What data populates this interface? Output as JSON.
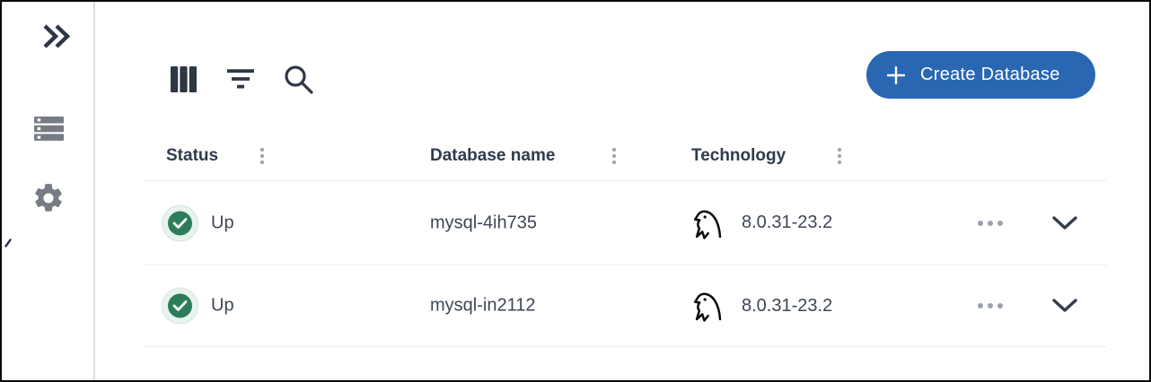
{
  "sidebar": {
    "items": [
      {
        "id": "expand-sidebar",
        "icon": "double-chevron-right"
      },
      {
        "id": "databases",
        "icon": "server-stack"
      },
      {
        "id": "settings",
        "icon": "gear"
      }
    ]
  },
  "toolbar": {
    "icons": [
      "columns",
      "filter",
      "search"
    ],
    "create_button": {
      "label": "Create Database",
      "color": "#2a67b3"
    }
  },
  "table": {
    "columns": [
      {
        "label": "Status"
      },
      {
        "label": "Database name"
      },
      {
        "label": "Technology"
      }
    ],
    "rows": [
      {
        "status": "Up",
        "status_color": "#2e7d5a",
        "database_name": "mysql-4ih735",
        "technology_icon": "mysql-dolphin",
        "technology_version": "8.0.31-23.2"
      },
      {
        "status": "Up",
        "status_color": "#2e7d5a",
        "database_name": "mysql-in2112",
        "technology_icon": "mysql-dolphin",
        "technology_version": "8.0.31-23.2"
      }
    ]
  }
}
